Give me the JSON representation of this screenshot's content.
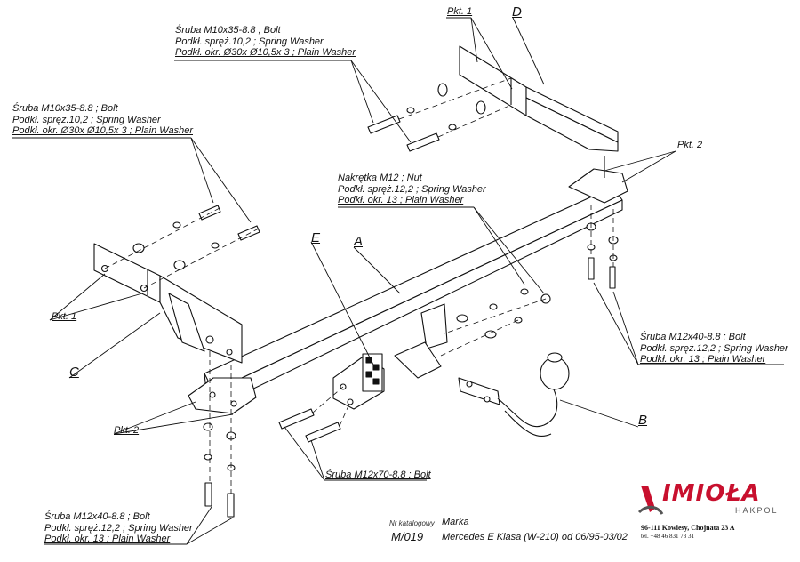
{
  "labels": {
    "top_bolt": [
      "Śruba M10x35-8.8 ;  Bolt",
      "Podkł. spręż.10,2 ; Spring Washer",
      "Podkł. okr.  Ø30x Ø10,5x 3 ; Plain Washer"
    ],
    "left_bolt": [
      "Śruba M10x35-8.8 ;  Bolt",
      "Podkł. spręż.10,2 ; Spring Washer",
      "Podkł. okr.  Ø30x Ø10,5x 3 ; Plain Washer"
    ],
    "nut": [
      "Nakrętka  M12 ; Nut",
      "Podkł. spręż.12,2 ; Spring Washer",
      "Podkł. okr. 13 ; Plain Washer"
    ],
    "right_bolt": [
      "Śruba M12x40-8.8 ;  Bolt",
      "Podkł. spręż.12,2 ; Spring Washer",
      "Podkł. okr. 13 ; Plain Washer"
    ],
    "bottom_left_bolt": [
      "Śruba M12x40-8.8 ;  Bolt",
      "Podkł. spręż.12,2 ; Spring Washer",
      "Podkł. okr. 13 ; Plain Washer"
    ],
    "long_bolt": "Śruba M12x70-8.8 ;  Bolt"
  },
  "parts": {
    "A": "A",
    "B": "B",
    "C": "C",
    "D": "D",
    "E": "E"
  },
  "points": {
    "pkt1_top": "Pkt. 1",
    "pkt1_left": "Pkt. 1",
    "pkt2_right": "Pkt. 2",
    "pkt2_left": "Pkt. 2"
  },
  "title_block": {
    "catalog_caption": "Nr katalogowy",
    "brand_caption": "Marka",
    "catalog_number": "M/019",
    "vehicle": "Mercedes E Klasa (W-210)   od  06/95-03/02"
  },
  "logo": {
    "name": "IMIOŁA",
    "sub": "HAKPOL",
    "address": "96-111 Kowiesy, Chojnata 23 A",
    "phone": "tel. +48 46 831 73 31",
    "accent_color": "#c8102e"
  }
}
